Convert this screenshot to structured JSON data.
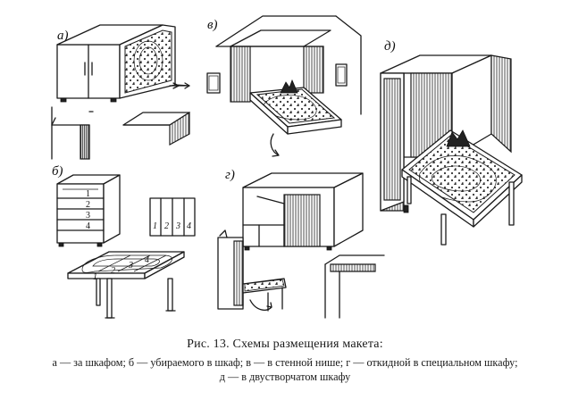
{
  "figure": {
    "panels": {
      "a": {
        "label": "а)"
      },
      "b": {
        "label": "б)",
        "shelf_numbers": [
          "1",
          "2",
          "3",
          "4"
        ],
        "board_numbers": [
          "1",
          "2",
          "3",
          "4"
        ],
        "detail_numbers": [
          "1",
          "2",
          "3",
          "4"
        ]
      },
      "v": {
        "label": "в)"
      },
      "g": {
        "label": "г)"
      },
      "d": {
        "label": "д)"
      }
    }
  },
  "caption": {
    "title": "Рис. 13. Схемы размещения макета:",
    "line1": "а — за шкафом; б — убираемого в шкаф; в — в стенной нише; г — откидной в специальном шкафу;",
    "line2": "д — в двустворчатом шкафу"
  }
}
